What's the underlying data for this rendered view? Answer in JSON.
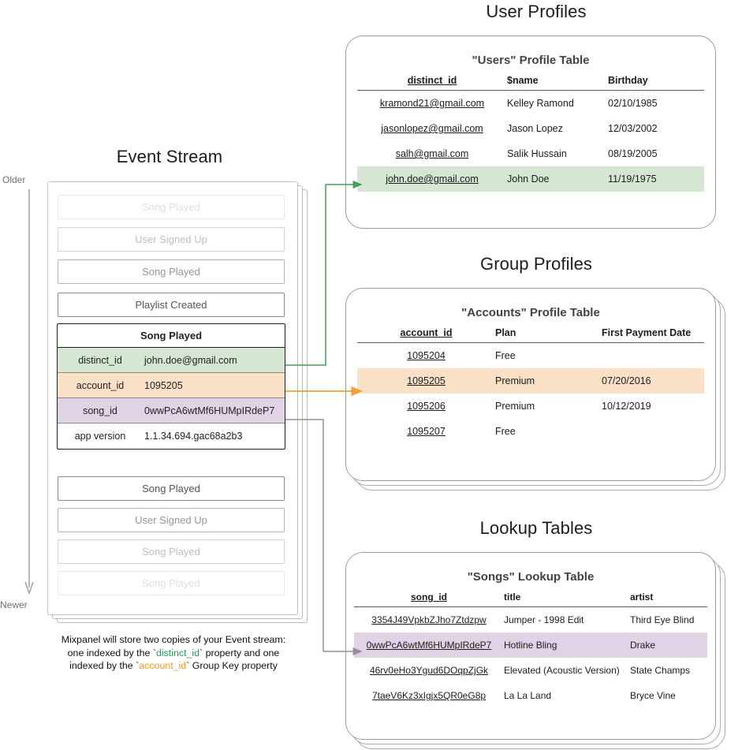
{
  "sections": {
    "user_profiles_title": "User Profiles",
    "group_profiles_title": "Group Profiles",
    "lookup_tables_title": "Lookup Tables",
    "event_stream_title": "Event Stream"
  },
  "timeline": {
    "older_label": "Older",
    "newer_label": "Newer"
  },
  "event_stream": {
    "events_before": [
      {
        "label": "Song Played",
        "fade": "f10"
      },
      {
        "label": "User Signed Up",
        "fade": "f30"
      },
      {
        "label": "Song Played",
        "fade": "f60"
      },
      {
        "label": "Playlist Created",
        "fade": "f100"
      }
    ],
    "selected_event": {
      "name": "Song Played",
      "properties": [
        {
          "key": "distinct_id",
          "value": "john.doe@gmail.com",
          "highlight": "green"
        },
        {
          "key": "account_id",
          "value": "1095205",
          "highlight": "orange"
        },
        {
          "key": "song_id",
          "value": "0wwPcA6wtMf6HUMpIRdeP7",
          "highlight": "purple"
        },
        {
          "key": "app version",
          "value": "1.1.34.694.gac68a2b3",
          "highlight": "none"
        }
      ]
    },
    "events_after": [
      {
        "label": "Song Played",
        "fade": "f100"
      },
      {
        "label": "User Signed Up",
        "fade": "f60"
      },
      {
        "label": "Song Played",
        "fade": "f30"
      },
      {
        "label": "Song Played",
        "fade": "f10"
      }
    ]
  },
  "caption": {
    "line1_a": "Mixpanel will store two copies of your Event stream:",
    "line2_a": "one indexed by the `",
    "line2_token": "distinct_id",
    "line2_b": "` property and one",
    "line3_a": "indexed by the `",
    "line3_token": "account_id",
    "line3_b": "` Group Key property"
  },
  "users_table": {
    "title": "\"Users\" Profile Table",
    "columns": [
      "distinct_id",
      "$name",
      "Birthday"
    ],
    "rows": [
      {
        "cells": [
          "kramond21@gmail.com",
          "Kelley Ramond",
          "02/10/1985"
        ],
        "highlight": "none"
      },
      {
        "cells": [
          "jasonlopez@gmail.com",
          "Jason Lopez",
          "12/03/2002"
        ],
        "highlight": "none"
      },
      {
        "cells": [
          "salh@gmail.com",
          "Salik Hussain",
          "08/19/2005"
        ],
        "highlight": "none"
      },
      {
        "cells": [
          "john.doe@gmail.com",
          "John Doe",
          "11/19/1975"
        ],
        "highlight": "green"
      }
    ]
  },
  "accounts_table": {
    "title": "\"Accounts\" Profile Table",
    "columns": [
      "account_id",
      "Plan",
      "First Payment Date"
    ],
    "rows": [
      {
        "cells": [
          "1095204",
          "Free",
          ""
        ],
        "highlight": "none"
      },
      {
        "cells": [
          "1095205",
          "Premium",
          "07/20/2016"
        ],
        "highlight": "orange"
      },
      {
        "cells": [
          "1095206",
          "Premium",
          "10/12/2019"
        ],
        "highlight": "none"
      },
      {
        "cells": [
          "1095207",
          "Free",
          ""
        ],
        "highlight": "none"
      }
    ]
  },
  "songs_table": {
    "title": "\"Songs\" Lookup Table",
    "columns": [
      "song_id",
      "title",
      "artist"
    ],
    "rows": [
      {
        "cells": [
          "3354J49VpkbZJho7Ztdzpw",
          "Jumper - 1998 Edit",
          "Third Eye Blind"
        ],
        "highlight": "none"
      },
      {
        "cells": [
          "0wwPcA6wtMf6HUMpIRdeP7",
          "Hotline Bling",
          "Drake"
        ],
        "highlight": "purple"
      },
      {
        "cells": [
          "46rv0eHo3Ygud6DOqpZjGk",
          "Elevated (Acoustic Version)",
          "State Champs"
        ],
        "highlight": "none"
      },
      {
        "cells": [
          "7taeV6Kz3xIgjx5QR0eG8p",
          "La La Land",
          "Bryce Vine"
        ],
        "highlight": "none"
      }
    ]
  },
  "colors": {
    "green": "#4a9c5d",
    "orange": "#f0a132",
    "purple": "#9c89a8",
    "green_fill": "#d5e6d3",
    "orange_fill": "#fbe0c8",
    "purple_fill": "#e0d3e6"
  }
}
